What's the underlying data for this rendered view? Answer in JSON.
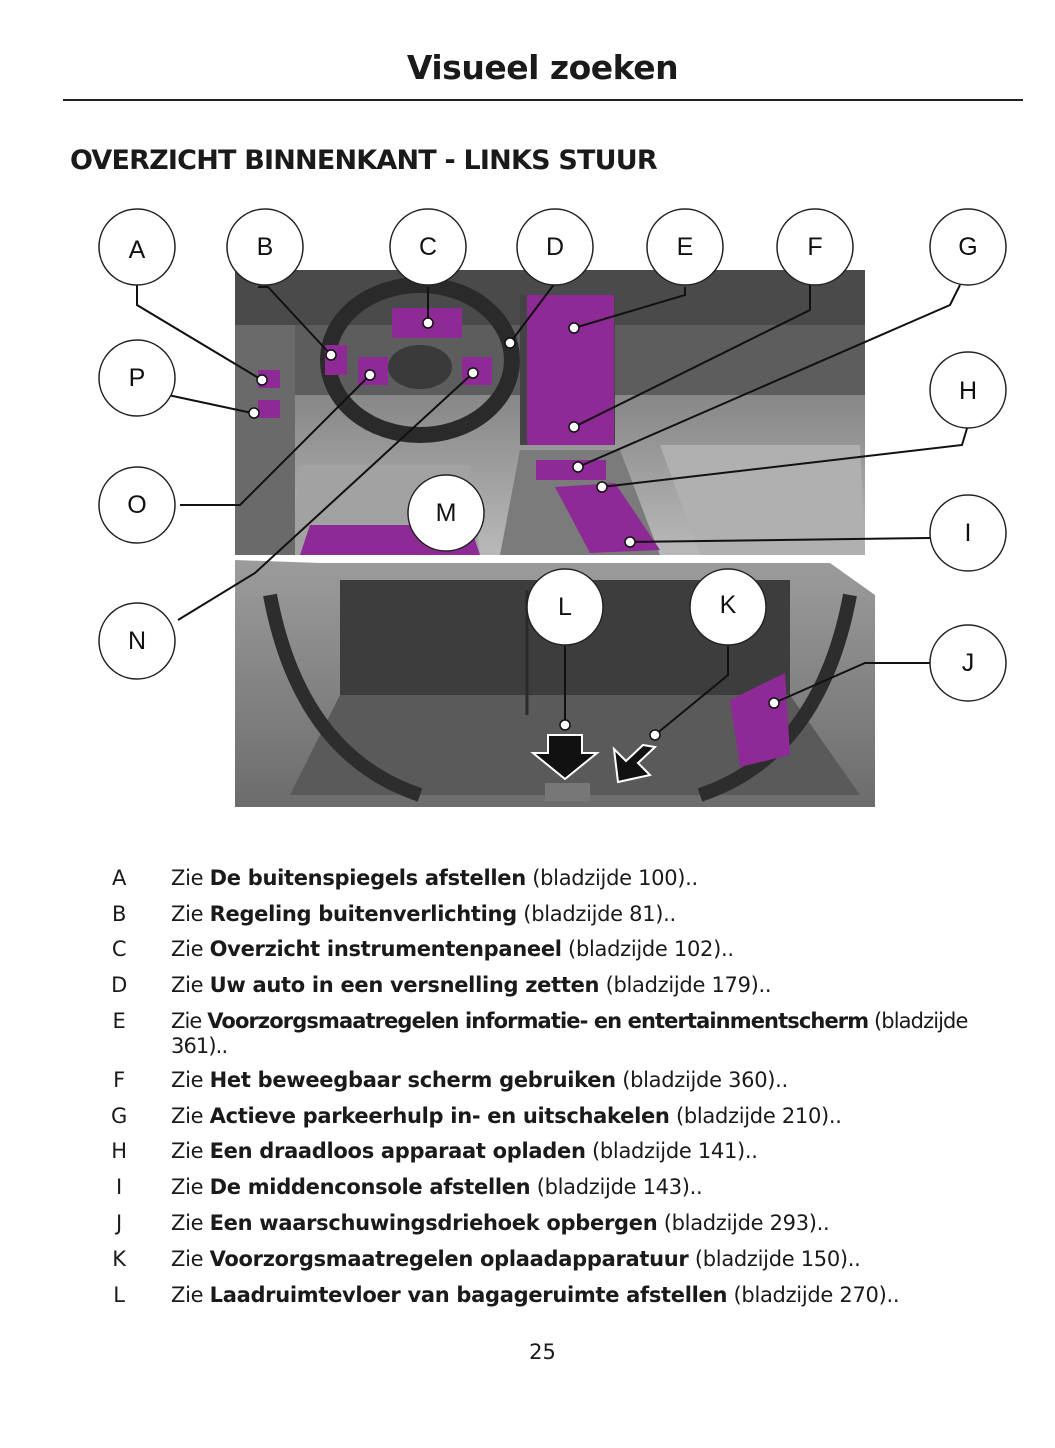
{
  "header": {
    "title": "Visueel zoeken"
  },
  "section": {
    "title": "OVERZICHT BINNENKANT - LINKS STUUR"
  },
  "figure": {
    "callouts": [
      "A",
      "B",
      "C",
      "D",
      "E",
      "F",
      "G",
      "P",
      "H",
      "O",
      "M",
      "I",
      "L",
      "K",
      "N",
      "J"
    ]
  },
  "legend": [
    {
      "letter": "A",
      "prefix": "Zie ",
      "bold": "De buitenspiegels afstellen",
      "suffix": " (bladzijde 100).."
    },
    {
      "letter": "B",
      "prefix": "Zie ",
      "bold": "Regeling buitenverlichting",
      "suffix": " (bladzijde 81).."
    },
    {
      "letter": "C",
      "prefix": "Zie ",
      "bold": "Overzicht instrumentenpaneel",
      "suffix": " (bladzijde 102).."
    },
    {
      "letter": "D",
      "prefix": "Zie ",
      "bold": "Uw auto in een versnelling zetten",
      "suffix": " (bladzijde 179).."
    },
    {
      "letter": "E",
      "prefix": "Zie ",
      "bold": "Voorzorgsmaatregelen informatie- en entertainmentscherm",
      "suffix": " (bladzijde 361).."
    },
    {
      "letter": "F",
      "prefix": "Zie ",
      "bold": "Het beweegbaar scherm gebruiken",
      "suffix": " (bladzijde 360).."
    },
    {
      "letter": "G",
      "prefix": "Zie ",
      "bold": "Actieve parkeerhulp in- en uitschakelen",
      "suffix": " (bladzijde 210).."
    },
    {
      "letter": "H",
      "prefix": "Zie ",
      "bold": "Een draadloos apparaat opladen",
      "suffix": " (bladzijde 141).."
    },
    {
      "letter": "I",
      "prefix": "Zie ",
      "bold": "De middenconsole afstellen",
      "suffix": " (bladzijde 143).."
    },
    {
      "letter": "J",
      "prefix": "Zie ",
      "bold": "Een waarschuwingsdriehoek opbergen",
      "suffix": " (bladzijde 293).."
    },
    {
      "letter": "K",
      "prefix": "Zie ",
      "bold": "Voorzorgsmaatregelen oplaadapparatuur",
      "suffix": " (bladzijde 150).."
    },
    {
      "letter": "L",
      "prefix": "Zie ",
      "bold": "Laadruimtevloer van bagageruimte afstellen",
      "suffix": " (bladzijde 270).."
    }
  ],
  "footer": {
    "page_number": "25"
  },
  "colors": {
    "highlight": "#8e2a96",
    "photo_dark": "#3a3a3a",
    "photo_light": "#9a9a9a"
  }
}
